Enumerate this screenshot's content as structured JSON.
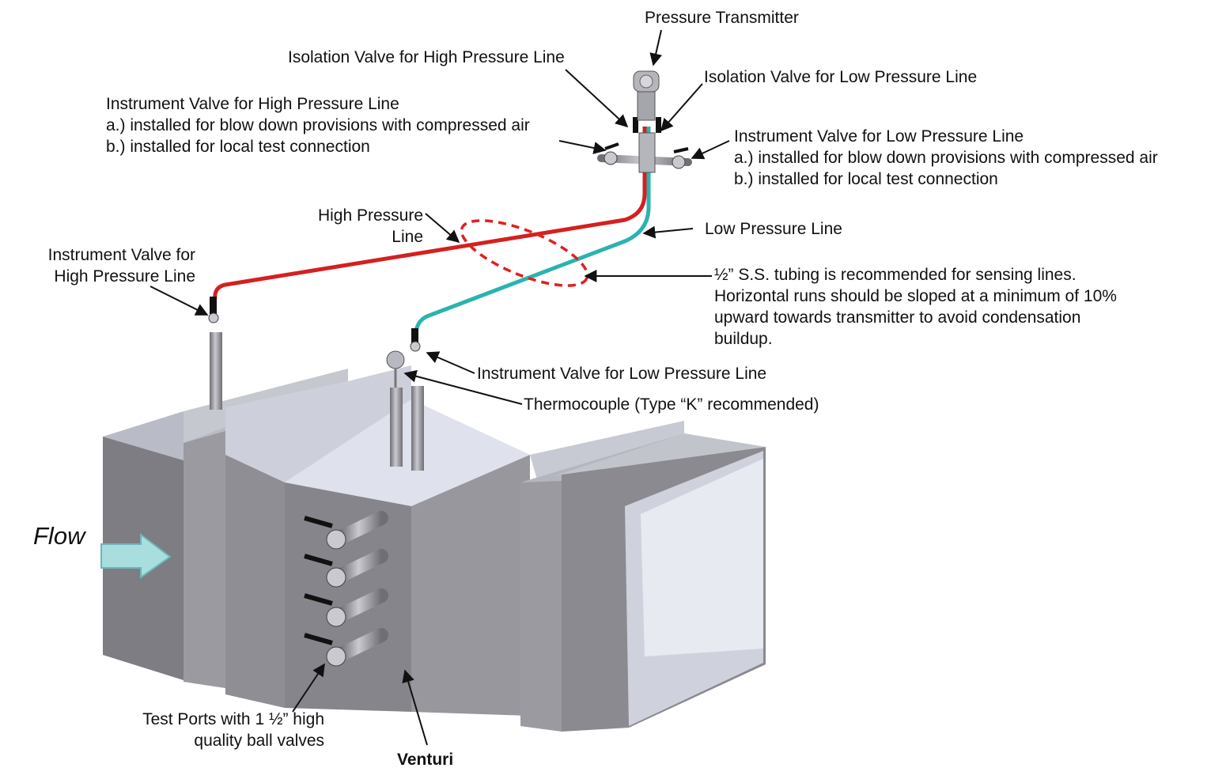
{
  "diagram": {
    "colors": {
      "high_pressure_line": "#d42020",
      "low_pressure_line": "#2ab3b0",
      "duct": "#8a8a90",
      "duct_light": "#d8dbe6",
      "callout_ellipse": "#e02020",
      "flow_arrow": "#a8dede"
    },
    "labels": {
      "pressure_transmitter": "Pressure Transmitter",
      "isolation_high": "Isolation Valve for High Pressure Line",
      "isolation_low": "Isolation Valve for Low Pressure Line",
      "instrument_high_top": [
        "Instrument Valve for High Pressure Line",
        "a.) installed for blow down provisions with compressed air",
        "b.) installed for local test connection"
      ],
      "instrument_low_top": [
        "Instrument Valve for Low Pressure Line",
        "a.) installed for blow down provisions with compressed air",
        "b.) installed for local test connection"
      ],
      "high_pressure_line": [
        "High Pressure",
        "Line"
      ],
      "low_pressure_line": "Low Pressure Line",
      "instrument_high_bottom": [
        "Instrument Valve for",
        "High Pressure Line"
      ],
      "tubing_note": [
        "½” S.S. tubing is recommended for sensing lines.",
        "Horizontal runs should be sloped at a minimum of 10%",
        "upward towards transmitter to avoid condensation",
        "buildup."
      ],
      "instrument_low_bottom": "Instrument Valve for Low Pressure Line",
      "thermocouple": "Thermocouple (Type “K” recommended)",
      "flow": "Flow",
      "test_ports": [
        "Test Ports with 1 ½” high",
        "quality ball valves"
      ],
      "venturi": "Venturi"
    }
  }
}
